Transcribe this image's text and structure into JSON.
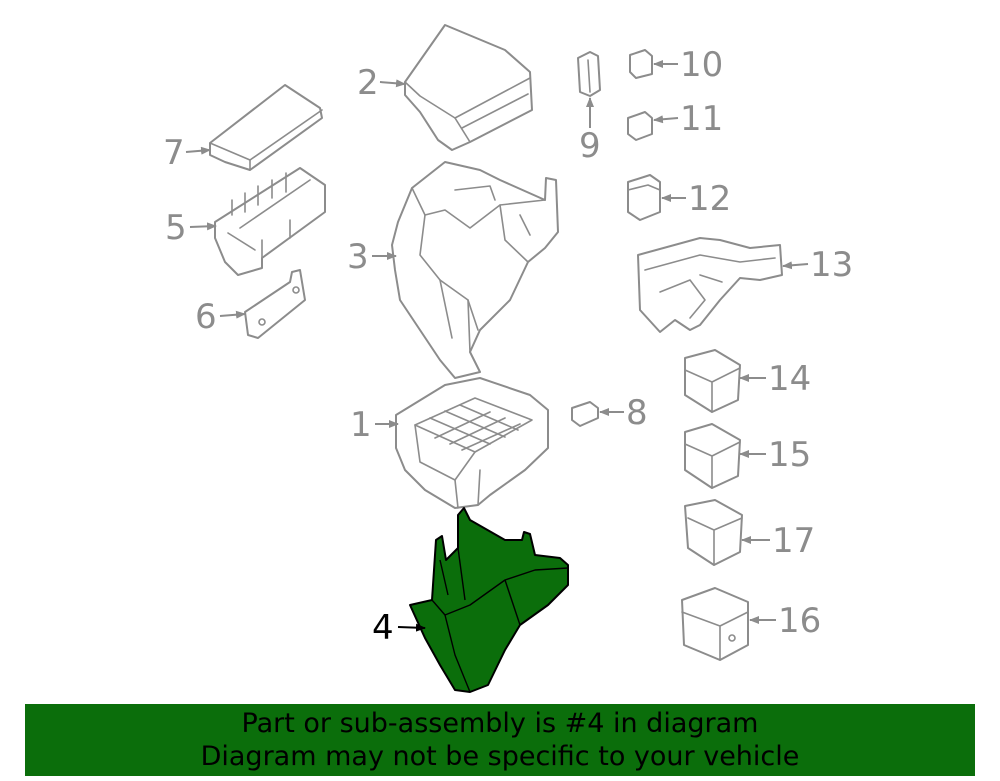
{
  "diagram": {
    "highlight_color": "#0b6e0b",
    "callout_color": "#8c8c8c",
    "highlight_label_color": "#000000",
    "callouts": {
      "c1": "1",
      "c2": "2",
      "c3": "3",
      "c4": "4",
      "c5": "5",
      "c6": "6",
      "c7": "7",
      "c8": "8",
      "c9": "9",
      "c10": "10",
      "c11": "11",
      "c12": "12",
      "c13": "13",
      "c14": "14",
      "c15": "15",
      "c16": "16",
      "c17": "17"
    }
  },
  "banner": {
    "line1": "Part or sub-assembly is #4 in diagram",
    "line2": "Diagram may not be specific to your vehicle"
  }
}
